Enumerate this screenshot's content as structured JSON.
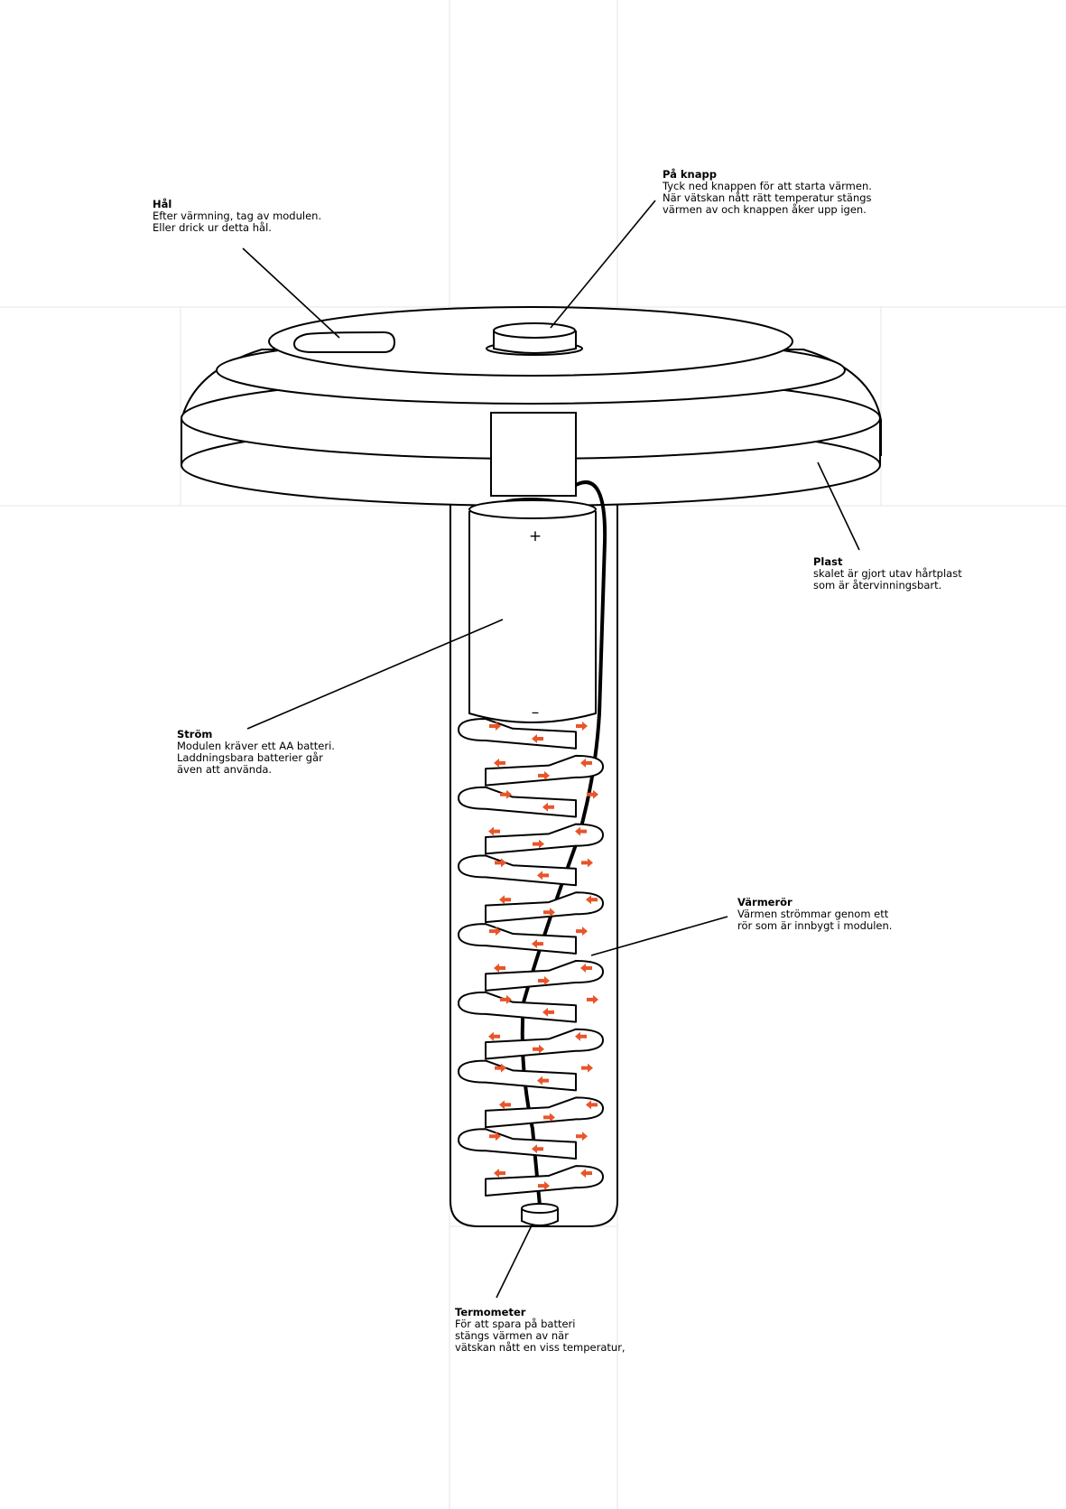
{
  "callouts": {
    "hal": {
      "title": "Hål",
      "lines": [
        "Efter värmning, tag av modulen.",
        "Eller drick ur detta hål."
      ]
    },
    "pa_knapp": {
      "title": "På knapp",
      "lines": [
        "Tyck ned knappen för att starta värmen.",
        "När vätskan nått rätt temperatur stängs",
        "värmen av och knappen åker upp igen."
      ]
    },
    "plast": {
      "title": "Plast",
      "lines": [
        "skalet är gjort utav hårtplast",
        "som är återvinningsbart."
      ]
    },
    "strom": {
      "title": "Ström",
      "lines": [
        "Modulen kräver ett AA batteri.",
        "Laddningsbara batterier går",
        "även att använda."
      ]
    },
    "varmeror": {
      "title": "Värmerör",
      "lines": [
        "Värmen strömmar genom ett",
        "rör som är innbygt i modulen."
      ]
    },
    "termometer": {
      "title": "Termometer",
      "lines": [
        "För att spara på batteri",
        "stängs värmen av när",
        "vätskan nått en viss temperatur,"
      ]
    }
  },
  "battery": {
    "plus": "+",
    "minus": "–"
  },
  "colors": {
    "outline": "#000000",
    "arrow": "#e8552a",
    "guide": "#e6e6e6"
  }
}
